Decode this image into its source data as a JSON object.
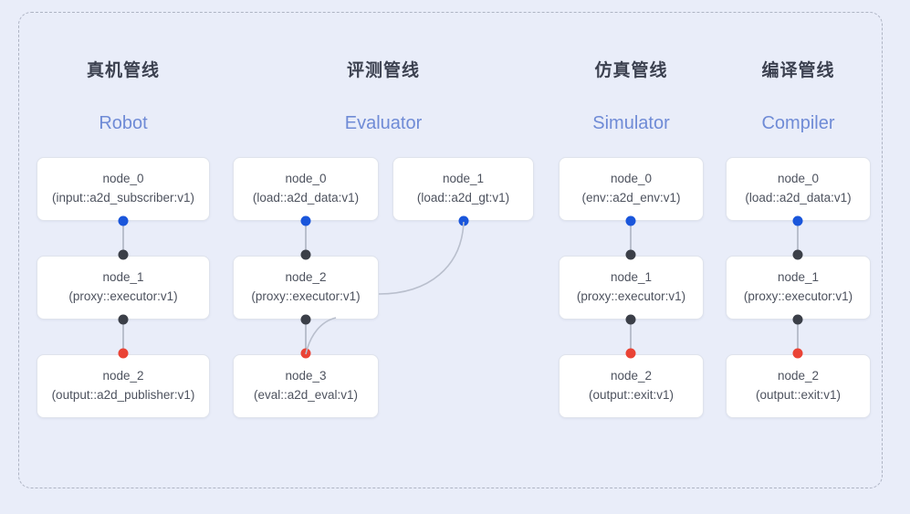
{
  "diagram": {
    "background_color": "#e9edf9",
    "frame_border_color": "#aeb4c4",
    "accent_title_color": "#3c4150",
    "accent_subtitle_color": "#6f8bd6",
    "port_colors": {
      "output": "#1a56db",
      "connector": "#3b3f48",
      "terminal": "#ea4335",
      "edge": "#b9bfcd"
    }
  },
  "columns": [
    {
      "id": "robot",
      "title": "真机管线",
      "subtitle": "Robot",
      "nodes": [
        {
          "name": "node_0",
          "spec": "(input::a2d_subscriber:v1)"
        },
        {
          "name": "node_1",
          "spec": "(proxy::executor:v1)"
        },
        {
          "name": "node_2",
          "spec": "(output::a2d_publisher:v1)"
        }
      ]
    },
    {
      "id": "evaluator",
      "title": "评测管线",
      "subtitle": "Evaluator",
      "nodes": [
        {
          "name": "node_0",
          "spec": "(load::a2d_data:v1)"
        },
        {
          "name": "node_2",
          "spec": "(proxy::executor:v1)"
        },
        {
          "name": "node_3",
          "spec": "(eval::a2d_eval:v1)"
        }
      ],
      "side_node": {
        "name": "node_1",
        "spec": "(load::a2d_gt:v1)"
      }
    },
    {
      "id": "simulator",
      "title": "仿真管线",
      "subtitle": "Simulator",
      "nodes": [
        {
          "name": "node_0",
          "spec": "(env::a2d_env:v1)"
        },
        {
          "name": "node_1",
          "spec": "(proxy::executor:v1)"
        },
        {
          "name": "node_2",
          "spec": "(output::exit:v1)"
        }
      ]
    },
    {
      "id": "compiler",
      "title": "编译管线",
      "subtitle": "Compiler",
      "nodes": [
        {
          "name": "node_0",
          "spec": "(load::a2d_data:v1)"
        },
        {
          "name": "node_1",
          "spec": "(proxy::executor:v1)"
        },
        {
          "name": "node_2",
          "spec": "(output::exit:v1)"
        }
      ]
    }
  ]
}
